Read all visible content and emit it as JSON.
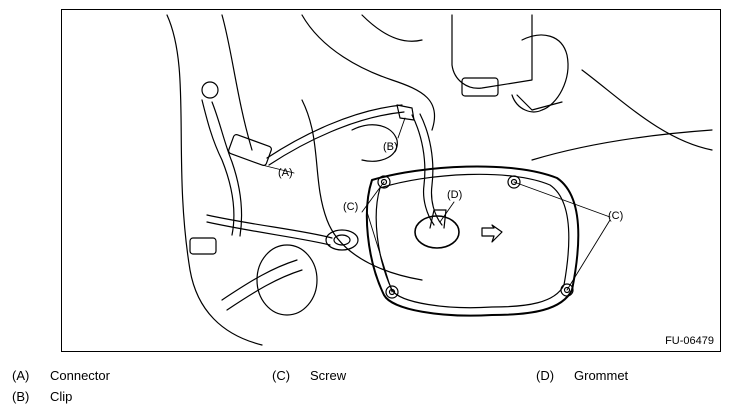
{
  "figure": {
    "code": "FU-06479",
    "callouts": {
      "a": "(A)",
      "b": "(B)",
      "c": "(C)",
      "d": "(D)"
    }
  },
  "legend": [
    {
      "key": "(A)",
      "label": "Connector"
    },
    {
      "key": "(B)",
      "label": "Clip"
    },
    {
      "key": "(C)",
      "label": "Screw"
    },
    {
      "key": "(D)",
      "label": "Grommet"
    }
  ]
}
